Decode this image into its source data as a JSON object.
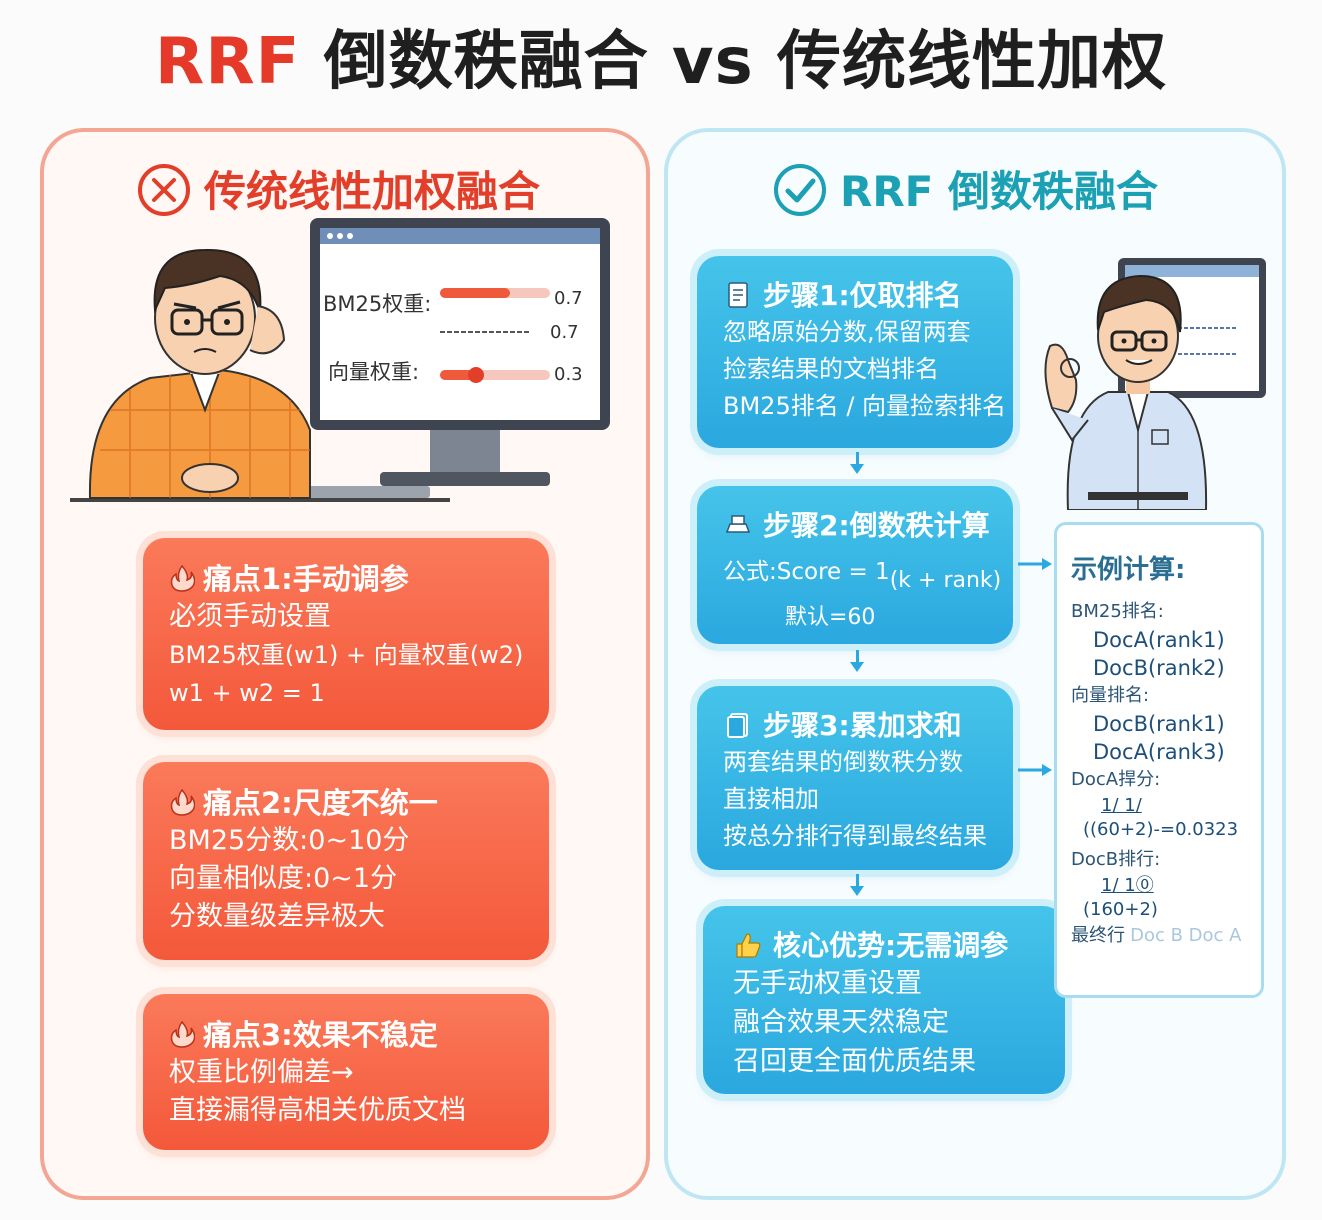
{
  "title": {
    "part1": "RRF",
    "part2": "倒数秩融合 vs 传统线性加权"
  },
  "left": {
    "header": "传统线性加权融合",
    "monitor": {
      "bm25_label": "BM25权重:",
      "bm25_value": "0.7",
      "bm25_value2": "0.7",
      "vector_label": "向量权重:",
      "vector_value": "0.3"
    },
    "cards": [
      {
        "title": "痛点1:手动调参",
        "lines": [
          "必须手动设置",
          "BM25权重(w1) + 向量权重(w2)",
          "w1 + w2 = 1"
        ]
      },
      {
        "title": "痛点2:尺度不统一",
        "lines": [
          "BM25分数:0~10分",
          "向量相似度:0~1分",
          "分数量级差异极大"
        ]
      },
      {
        "title": "痛点3:效果不稳定",
        "lines": [
          "权重比例偏差→",
          "直接漏得高相关优质文档"
        ]
      }
    ]
  },
  "right": {
    "header": "RRF 倒数秩融合",
    "steps": [
      {
        "title": "步骤1:仅取排名",
        "lines": [
          "忽略原始分数,保留两套",
          "捡索结果的文档排名",
          "BM25排名 / 向量捡索排名"
        ]
      },
      {
        "title": "步骤2:倒数秩计算",
        "formula_prefix": "公式:Score = 1",
        "formula_suffix": "(k + rank)",
        "default": "默认=60"
      },
      {
        "title": "步骤3:累加求和",
        "lines": [
          "两套结果的倒数秩分数",
          "直接相加",
          "按总分排行得到最终结果"
        ]
      },
      {
        "title": "核心优势:无需调参",
        "lines": [
          "无手动权重设置",
          "融合效果天然稳定",
          "召回更全面优质结果"
        ]
      }
    ],
    "example": {
      "title": "示例计算:",
      "bm25_label": "BM25排名:",
      "bm25_items": [
        "DocA(rank1)",
        "DocB(rank2)"
      ],
      "vector_label": "向量排名:",
      "vector_items": [
        "DocB(rank1)",
        "DocA(rank3)"
      ],
      "doca_label": "DocA捍分:",
      "doca_frac_top": "1/    1/",
      "doca_frac_bottom": "((60+2)-=0.0323",
      "docb_label": "DocB排行:",
      "docb_frac_top": "1/   1⓪",
      "docb_frac_bottom": "(160+2)",
      "final_label": "最终行",
      "final_faded": "Doc B  Doc A"
    }
  }
}
